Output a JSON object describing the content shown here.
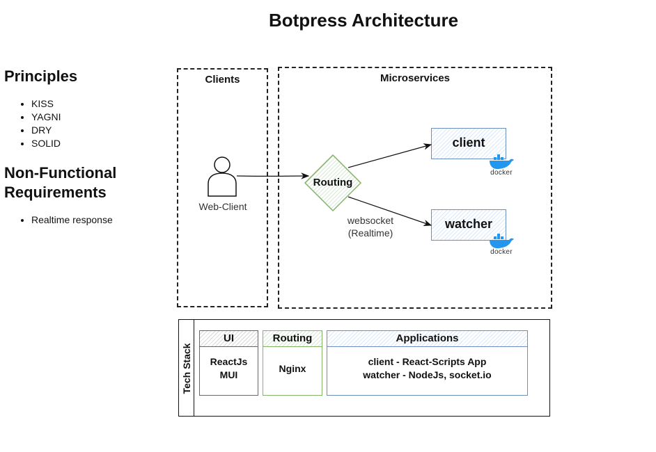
{
  "title": "Botpress Architecture",
  "principles": {
    "heading": "Principles",
    "items": [
      "KISS",
      "YAGNI",
      "DRY",
      "SOLID"
    ]
  },
  "nfr": {
    "heading_line1": "Non-Functional",
    "heading_line2": "Requirements",
    "items": [
      "Realtime response"
    ]
  },
  "clients": {
    "label": "Clients",
    "actor_label": "Web-Client"
  },
  "microservices": {
    "label": "Microservices",
    "routing_label": "Routing",
    "edge_label_line1": "websocket",
    "edge_label_line2": "(Realtime)",
    "services": [
      "client",
      "watcher"
    ],
    "docker_label": "docker"
  },
  "tech_stack": {
    "label": "Tech Stack",
    "ui": {
      "header": "UI",
      "lines": [
        "ReactJs",
        "MUI"
      ]
    },
    "routing": {
      "header": "Routing",
      "lines": [
        "Nginx"
      ]
    },
    "applications": {
      "header": "Applications",
      "lines": [
        "client - React-Scripts App",
        "watcher - NodeJs, socket.io"
      ]
    }
  },
  "colors": {
    "service_border": "#6c8ebf",
    "service_fill": "#dae8fc",
    "routing_border": "#82b366",
    "routing_fill": "#d5e8d4",
    "docker_blue": "#2496ed"
  }
}
